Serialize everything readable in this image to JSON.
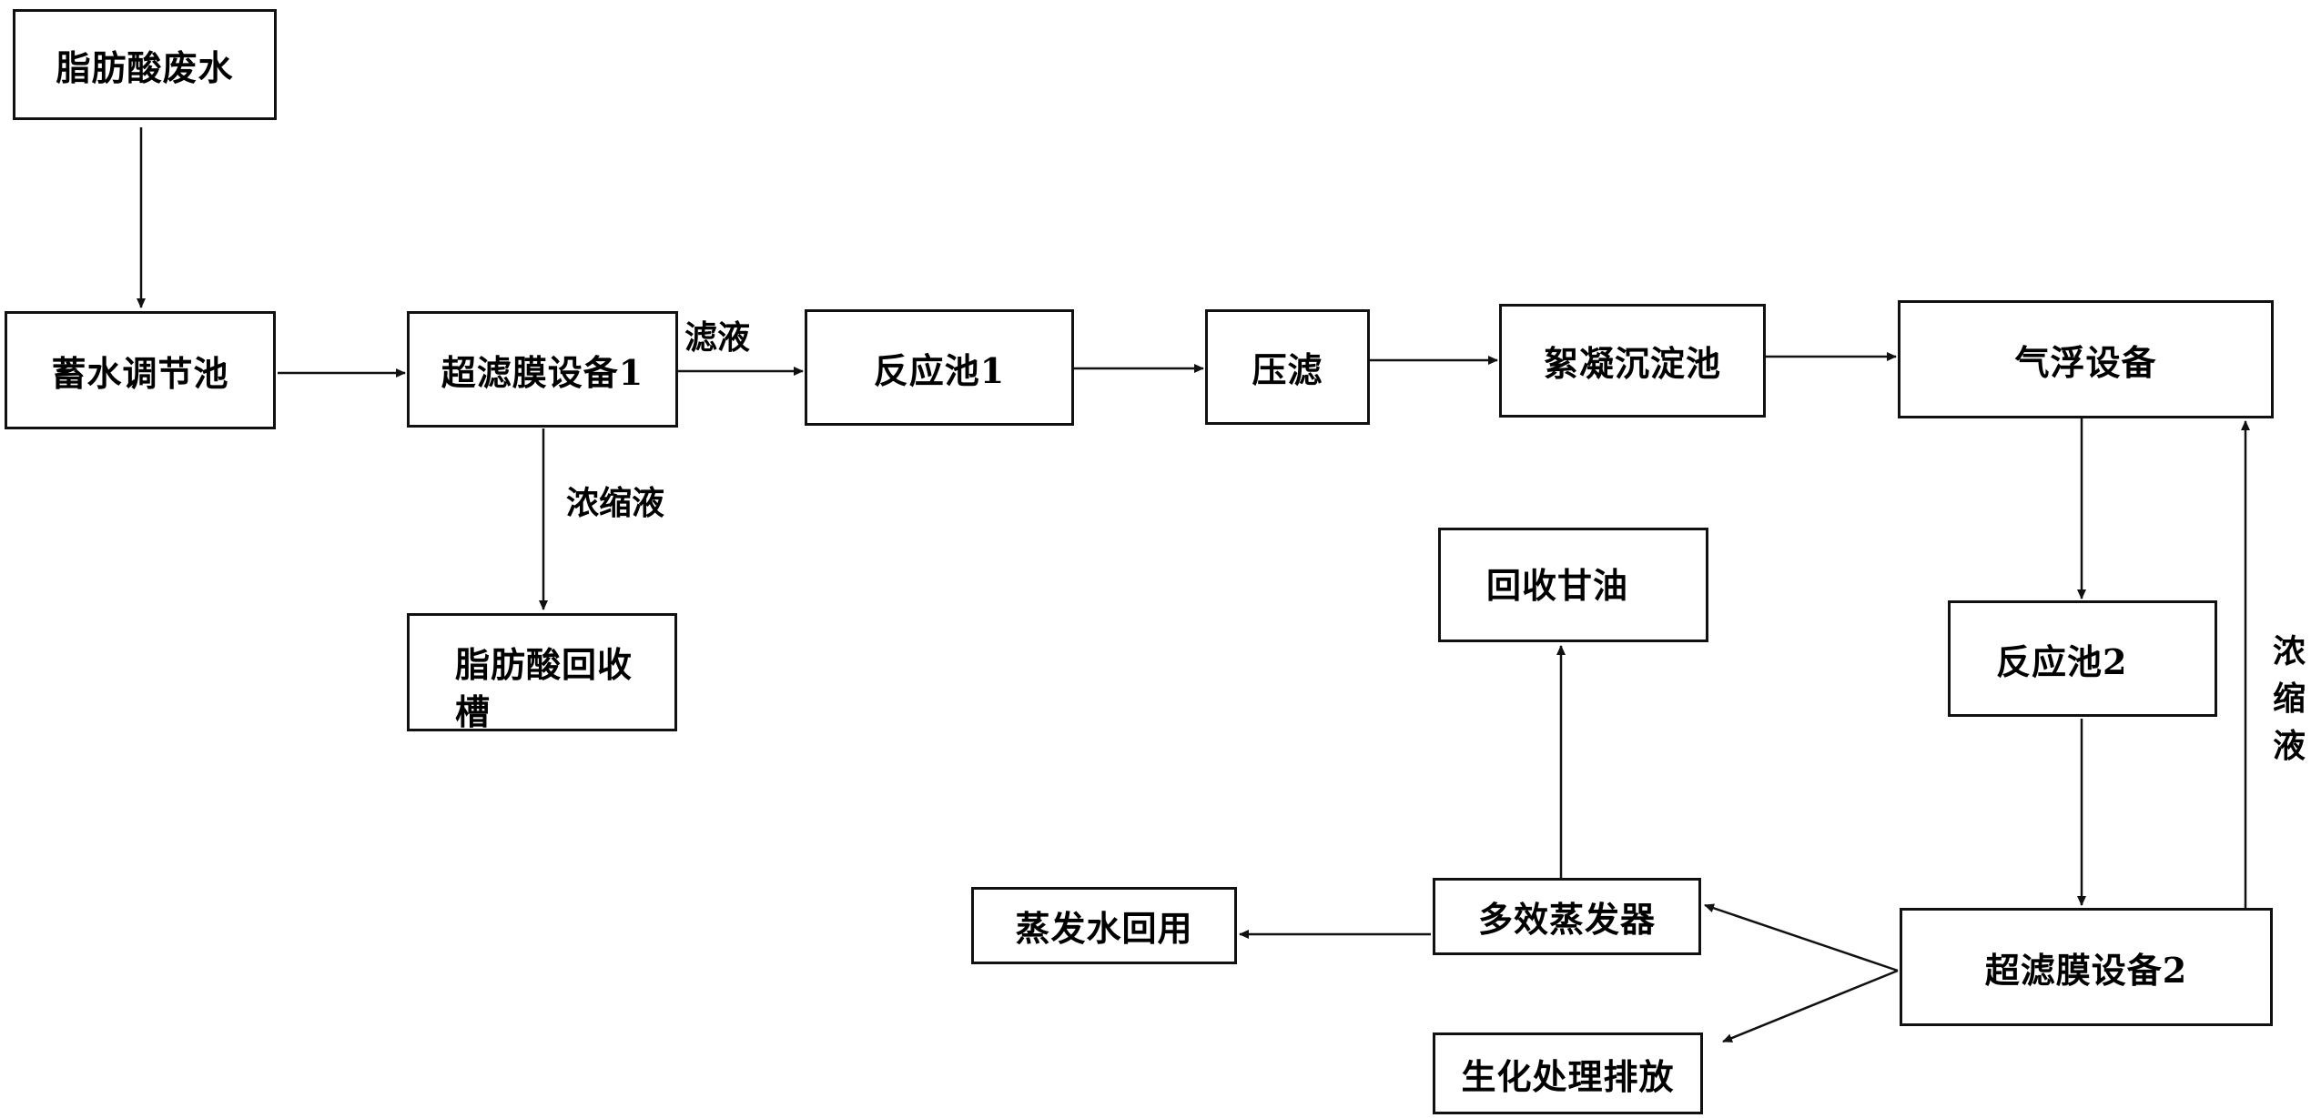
{
  "nodes": {
    "waste_water": "脂肪酸废水",
    "storage_tank": "蓄水调节池",
    "uf1": "超滤膜设备1",
    "reactor1": "反应池1",
    "press_filter": "压滤",
    "flocculation": "絮凝沉淀池",
    "flotation": "气浮设备",
    "fatty_recovery": "脂肪酸回收槽",
    "recover_glycerol": "回收甘油",
    "reactor2": "反应池2",
    "multi_evaporator": "多效蒸发器",
    "evap_water_reuse": "蒸发水回用",
    "uf2": "超滤膜设备2",
    "biochem_discharge": "生化处理排放"
  },
  "labels": {
    "filtrate": "滤液",
    "concentrate1": "浓缩液",
    "concentrate2": "浓缩液"
  },
  "colors": {
    "stroke": "#111111",
    "text": "#000000"
  }
}
